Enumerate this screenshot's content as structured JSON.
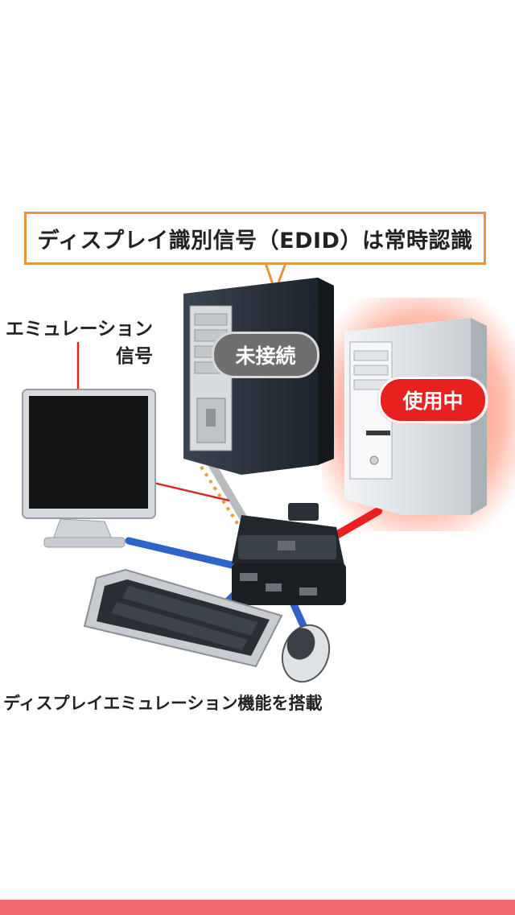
{
  "callout": {
    "text": "ディスプレイ識別信号（EDID）は常時認識"
  },
  "emulation_label": {
    "line1": "エミュレーション",
    "line2": "信号"
  },
  "pc_left": {
    "status": "未接続"
  },
  "pc_right": {
    "status": "使用中"
  },
  "feature_caption": "ディスプレイエミュレーション機能を搭載",
  "colors": {
    "callout_border": "#e3963e",
    "status_unconnected": "#6e6e6e",
    "status_in_use": "#e8201f",
    "usb_cable": "#2f63c8",
    "active_cable": "#e8201f",
    "signal_line": "#d8262a",
    "accent_bar": "#f26a72"
  }
}
